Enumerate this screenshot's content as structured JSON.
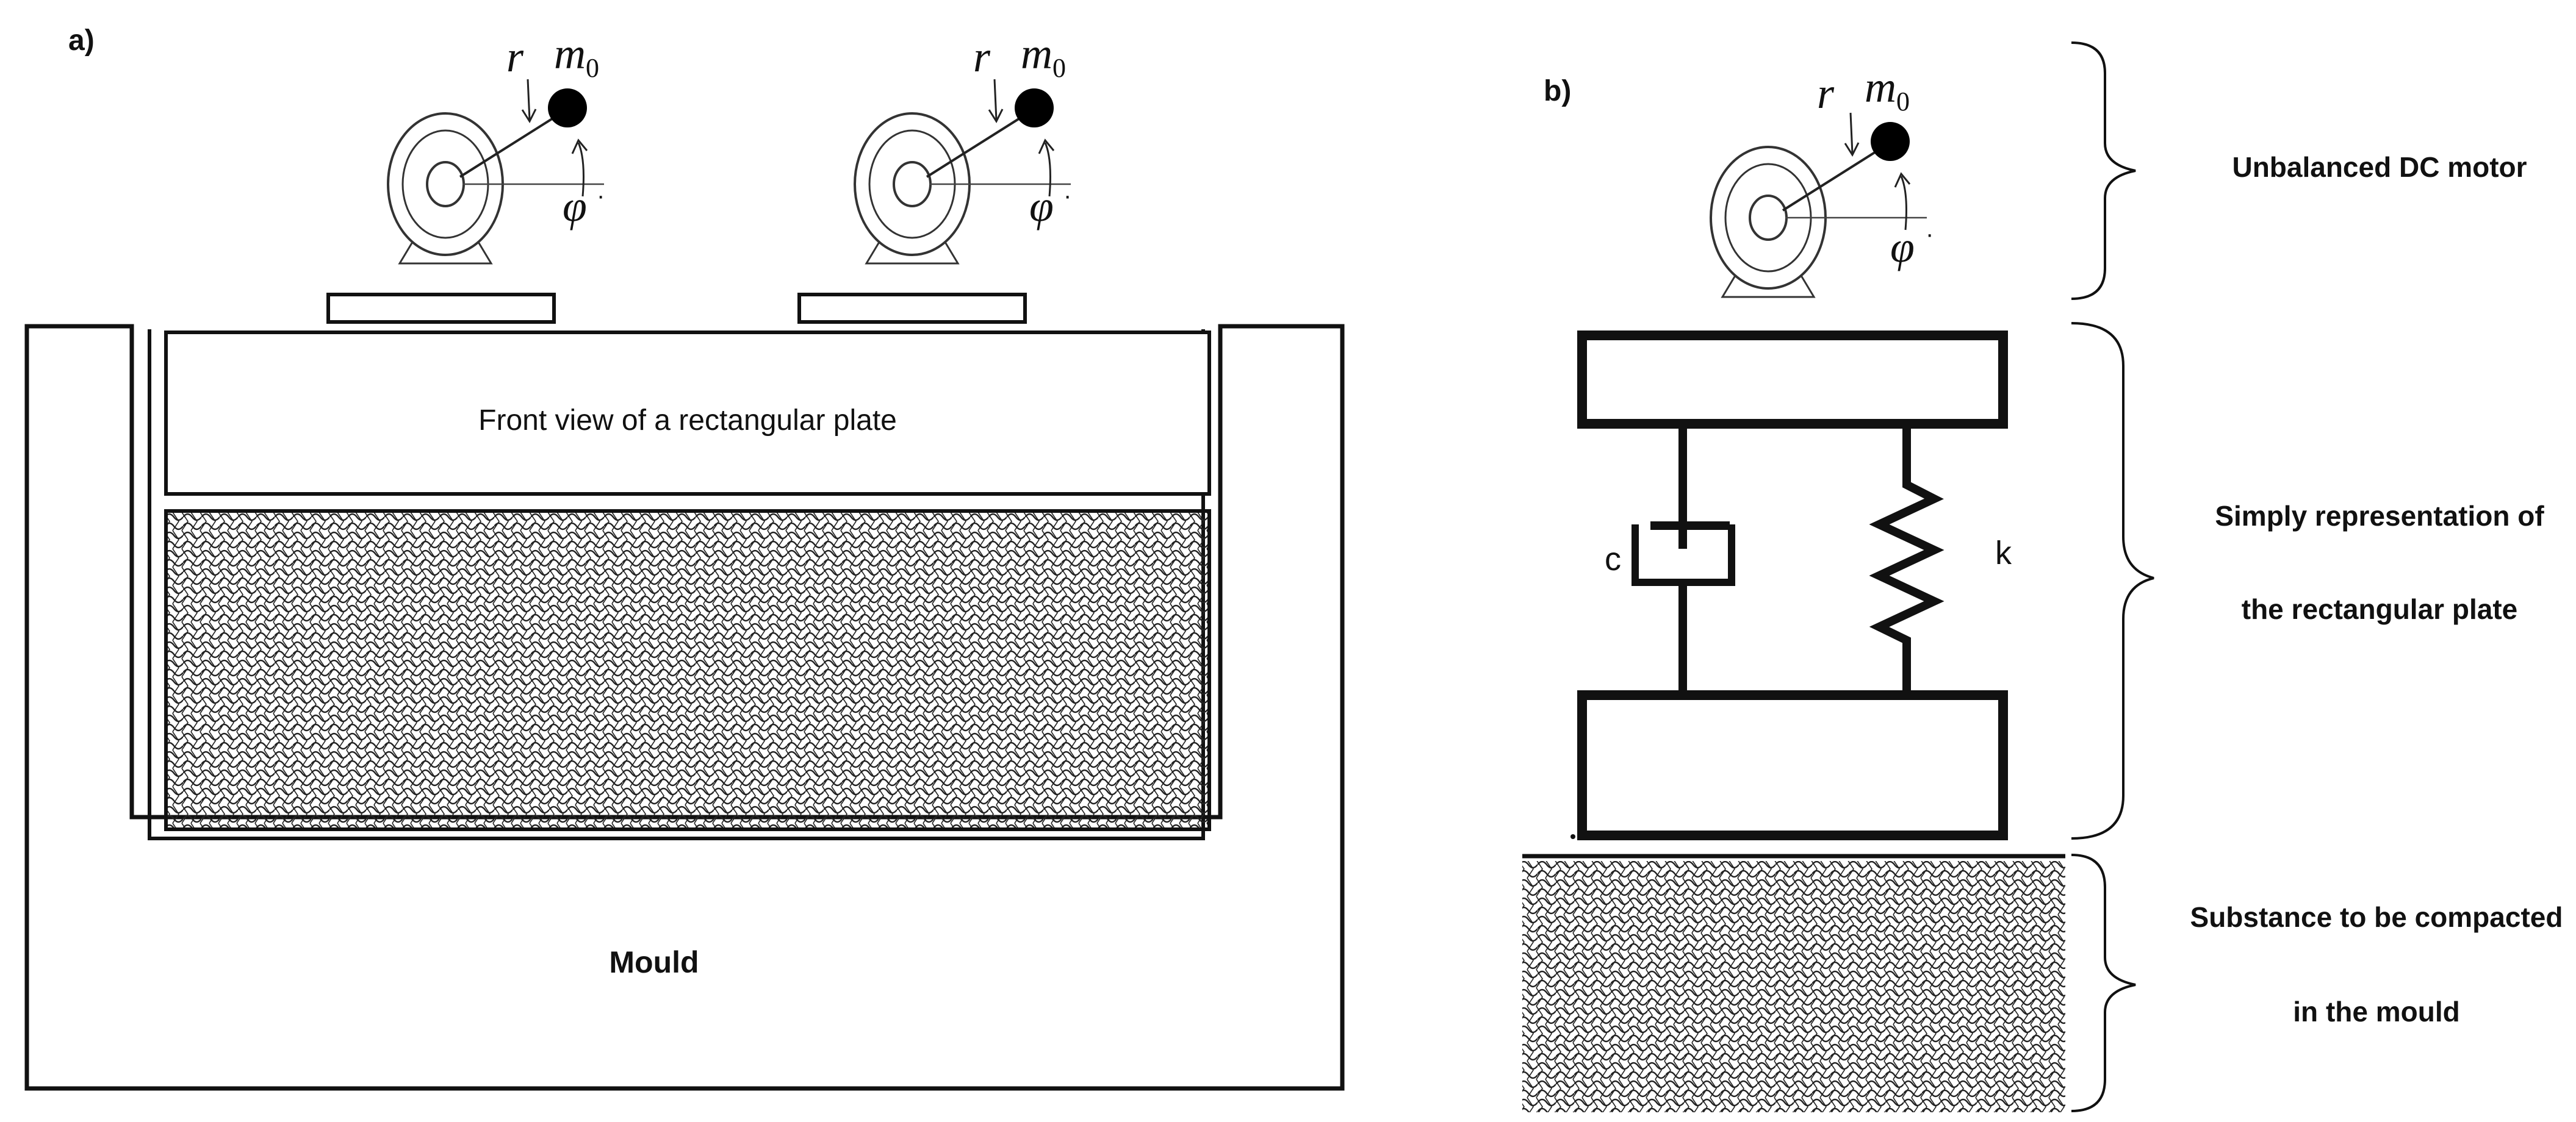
{
  "panel_a": {
    "tag": "a)",
    "plate_label": "Front view of a rectangular plate",
    "mould_label": "Mould",
    "motors": [
      {
        "r": "r",
        "m": "m",
        "m_sub": "0",
        "phi": "φ",
        "dot": "·"
      },
      {
        "r": "r",
        "m": "m",
        "m_sub": "0",
        "phi": "φ",
        "dot": "·"
      }
    ]
  },
  "panel_b": {
    "tag": "b)",
    "motor": {
      "r": "r",
      "m": "m",
      "m_sub": "0",
      "phi": "φ",
      "dot": "·"
    },
    "damper_label": "c",
    "spring_label": "k"
  },
  "annotations": {
    "motor": "Unbalanced DC motor",
    "plate_line1": "Simply representation of",
    "plate_line2": "the rectangular plate",
    "substance_line1": "Substance to be compacted",
    "substance_line2": "in the mould"
  },
  "colors": {
    "ink": "#111111",
    "mass": "#000000",
    "background": "#ffffff"
  }
}
